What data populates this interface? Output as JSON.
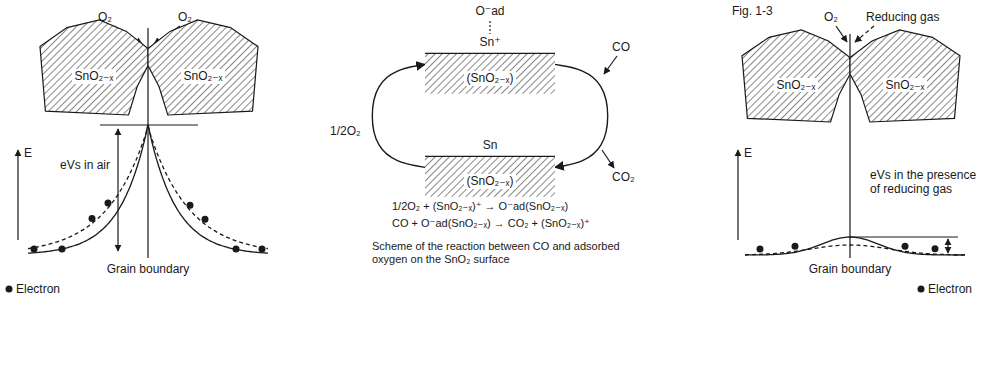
{
  "diagram": {
    "nodes": [
      {
        "text": [
          "SnO₂₋ₓ"
        ]
      },
      {
        "text": [
          "SnO₂₋ₓ"
        ]
      },
      {
        "text": [
          "Sn⁺",
          "(SnO₂₋ₓ)"
        ]
      },
      {
        "text": [
          "Sn",
          "(SnO₂₋ₓ)"
        ]
      },
      {
        "text": [
          "SnO₂₋ₓ"
        ]
      },
      {
        "text": [
          "SnO₂₋ₓ"
        ]
      }
    ],
    "edges": [
      {
        "from": 3,
        "to": 2,
        "arrow": "to"
      },
      {
        "from": 2,
        "to": 3,
        "arrow": "to"
      }
    ],
    "labels": [
      "O₂",
      "O₂",
      "E",
      "eVs in air",
      "Grain boundary",
      "Electron",
      "O⁻ad",
      "1/2O₂",
      "CO",
      "CO₂",
      "1/2O₂ + (SnO₂₋ₓ)⁺ → O⁻ad(SnO₂₋ₓ)",
      "CO + O⁻ad(SnO₂₋ₓ) → CO₂ + (SnO₂₋ₓ)⁺",
      "Scheme of the reaction between CO and adsorbed oxygen on the SnO₂ surface",
      "Fig. 1-3",
      "O₂",
      "Reducing gas",
      "E",
      "eVs in the presence of reducing gas",
      "Grain boundary",
      "Electron"
    ]
  }
}
